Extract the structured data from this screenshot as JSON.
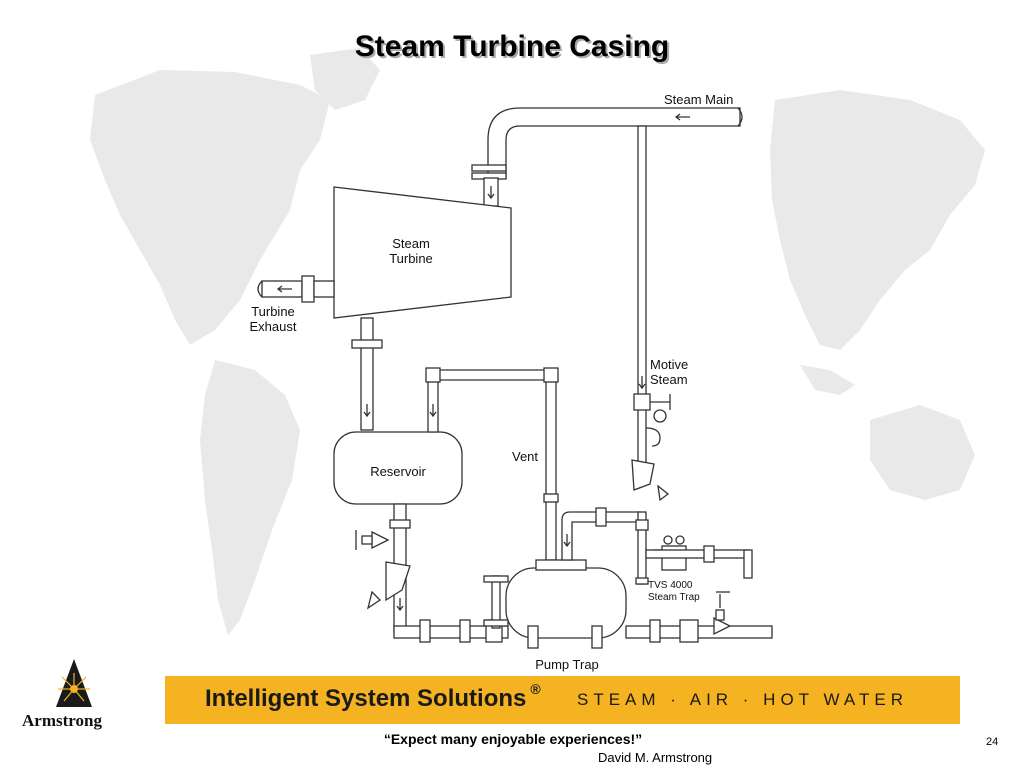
{
  "slide": {
    "title": "Steam Turbine Casing",
    "page_number": "24"
  },
  "diagram": {
    "labels": {
      "steam_main": "Steam Main",
      "steam_turbine": "Steam\nTurbine",
      "turbine_exhaust": "Turbine\nExhaust",
      "motive_steam": "Motive\nSteam",
      "reservoir": "Reservoir",
      "vent": "Vent",
      "tvs_trap": "TVS 4000\nSteam Trap",
      "pump_trap": "Pump Trap"
    }
  },
  "banner": {
    "main": "Intelligent System Solutions",
    "registered": "®",
    "right": "STEAM · AIR · HOT WATER",
    "color": "#f5b221"
  },
  "logo": {
    "text": "Armstrong",
    "icon": "armstrong-starburst-logo"
  },
  "footer": {
    "quote": "“Expect many enjoyable experiences!”",
    "author": "David M. Armstrong"
  }
}
